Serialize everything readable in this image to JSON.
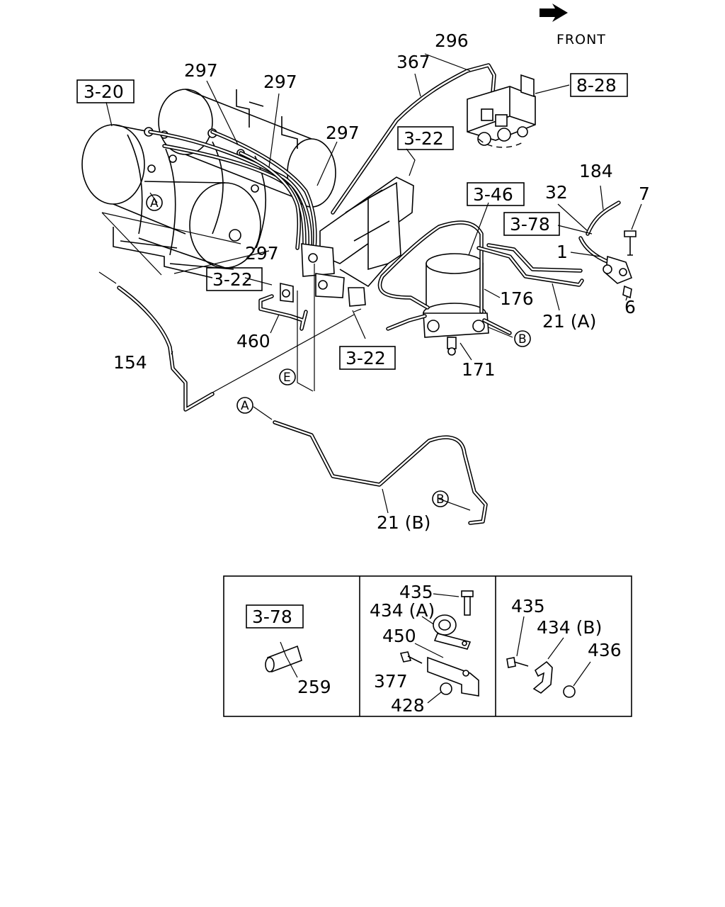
{
  "header": {
    "front_label": "FRONT",
    "front_icon": "arrow-icon"
  },
  "references": {
    "r_3_20": "3-20",
    "r_3_22_top": "3-22",
    "r_3_22_left": "3-22",
    "r_3_22_bottom": "3-22",
    "r_3_46": "3-46",
    "r_3_78": "3-78",
    "r_8_28": "8-28",
    "r_3_78_inset": "3-78"
  },
  "callouts": {
    "c_296": "296",
    "c_367": "367",
    "c_297_a": "297",
    "c_297_b": "297",
    "c_297_c": "297",
    "c_297_d": "297",
    "c_184": "184",
    "c_32": "32",
    "c_7": "7",
    "c_1": "1",
    "c_6": "6",
    "c_176": "176",
    "c_21a": "21 (A)",
    "c_171": "171",
    "c_460": "460",
    "c_154": "154",
    "c_21b": "21 (B)"
  },
  "markers": {
    "a_upper": "A",
    "a_lower": "A",
    "b_right": "B",
    "b_lower": "B",
    "e_mid": "E"
  },
  "insets": {
    "left": {
      "ref": "3-78",
      "part": "259"
    },
    "middle": {
      "p435": "435",
      "p434a": "434 (A)",
      "p450": "450",
      "p377": "377",
      "p428": "428"
    },
    "right": {
      "p435": "435",
      "p434b": "434 (B)",
      "p436": "436"
    }
  }
}
